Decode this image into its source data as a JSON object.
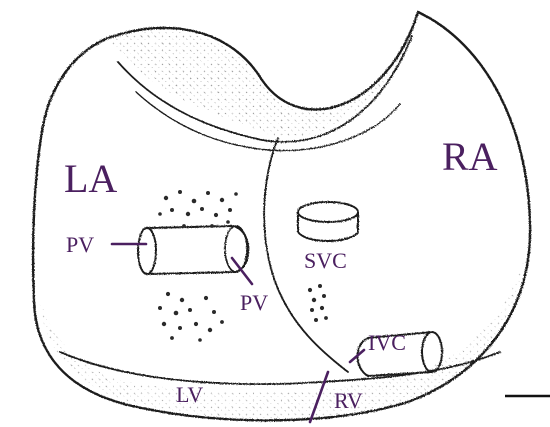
{
  "labels": {
    "la": "LA",
    "ra": "RA",
    "pv_left": "PV",
    "pv_lower": "PV",
    "svc": "SVC",
    "ivc": "IVC",
    "lv": "LV",
    "rv": "RV"
  },
  "colors": {
    "label": "#4b2060",
    "outline": "#1e1e1e",
    "stipple": "#2a2a2a",
    "background": "#ffffff"
  }
}
